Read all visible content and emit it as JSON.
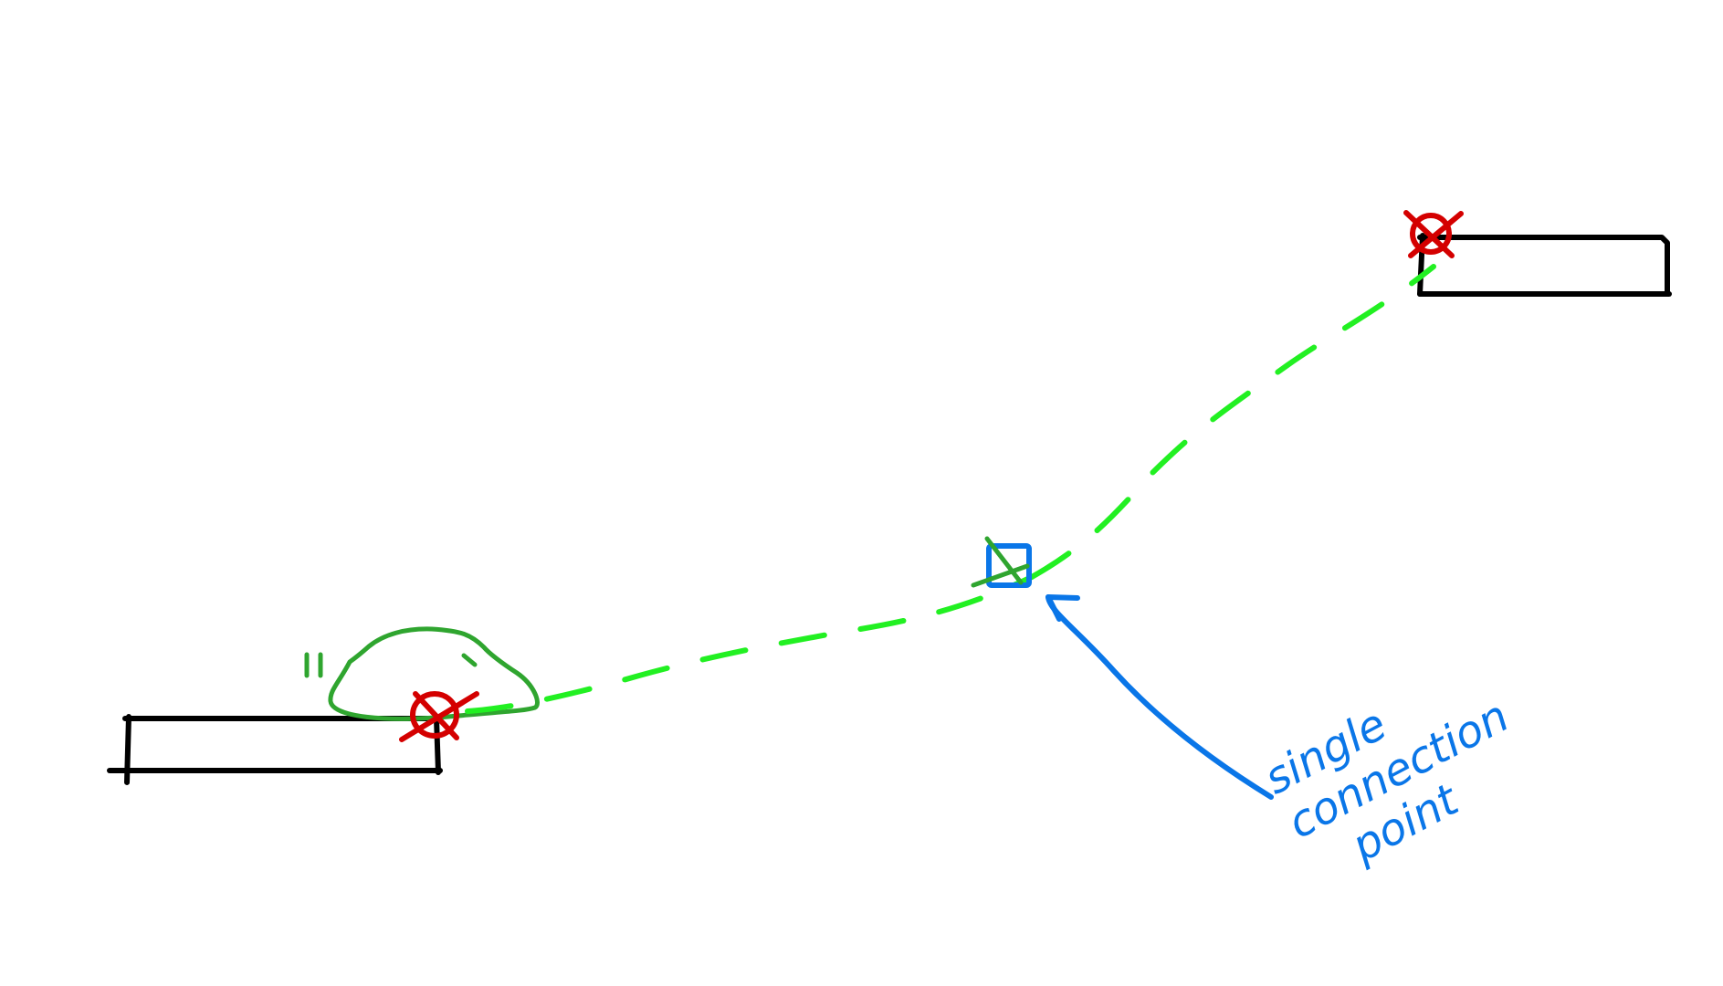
{
  "annotation": {
    "lines": [
      "single",
      "connection",
      "point"
    ],
    "color": "#0a76e8"
  },
  "colors": {
    "platform": "#000000",
    "slime": "#2fa52f",
    "path": "#22f022",
    "endpoint_marker": "#d40000",
    "connection_point": "#0a76e8"
  },
  "icons": {
    "slime": "slime-character-icon",
    "endpoint": "x-circle-marker-icon",
    "connection": "x-square-marker-icon",
    "arrow": "curved-arrow-icon"
  }
}
